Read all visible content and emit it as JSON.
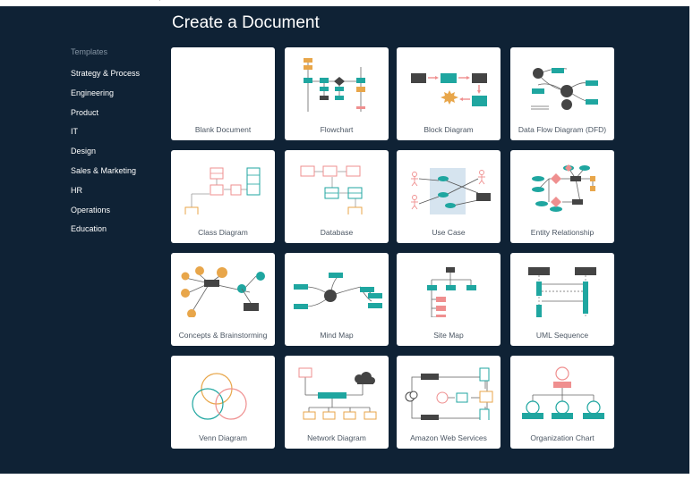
{
  "title": "Create a Document",
  "sidebar": {
    "caption": "Templates",
    "items": [
      {
        "label": "Strategy & Process"
      },
      {
        "label": "Engineering"
      },
      {
        "label": "Product"
      },
      {
        "label": "IT"
      },
      {
        "label": "Design"
      },
      {
        "label": "Sales & Marketing"
      },
      {
        "label": "HR"
      },
      {
        "label": "Operations"
      },
      {
        "label": "Education"
      }
    ]
  },
  "colors": {
    "background": "#0f2235",
    "teal": "#1fa6a0",
    "dark": "#404040",
    "orange": "#e8a64a",
    "pink": "#ef8f8f",
    "sidebar_caption": "#8494a3",
    "card_label": "#4b5663"
  },
  "templates": [
    {
      "label": "Blank Document",
      "icon": "blank-document-icon"
    },
    {
      "label": "Flowchart",
      "icon": "flowchart-icon"
    },
    {
      "label": "Block Diagram",
      "icon": "block-diagram-icon"
    },
    {
      "label": "Data Flow Diagram (DFD)",
      "icon": "data-flow-diagram-icon"
    },
    {
      "label": "Class Diagram",
      "icon": "class-diagram-icon"
    },
    {
      "label": "Database",
      "icon": "database-icon"
    },
    {
      "label": "Use Case",
      "icon": "use-case-icon"
    },
    {
      "label": "Entity Relationship",
      "icon": "entity-relationship-icon"
    },
    {
      "label": "Concepts & Brainstorming",
      "icon": "concepts-brainstorming-icon"
    },
    {
      "label": "Mind Map",
      "icon": "mind-map-icon"
    },
    {
      "label": "Site Map",
      "icon": "site-map-icon"
    },
    {
      "label": "UML Sequence",
      "icon": "uml-sequence-icon"
    },
    {
      "label": "Venn Diagram",
      "icon": "venn-diagram-icon"
    },
    {
      "label": "Network Diagram",
      "icon": "network-diagram-icon"
    },
    {
      "label": "Amazon Web Services",
      "icon": "amazon-web-services-icon"
    },
    {
      "label": "Organization Chart",
      "icon": "organization-chart-icon"
    }
  ]
}
